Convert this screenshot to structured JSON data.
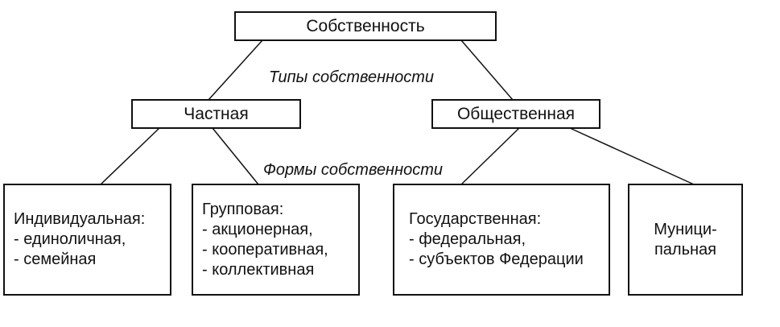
{
  "root": {
    "label": "Собственность"
  },
  "levels": {
    "types_label": "Типы собственности",
    "forms_label": "Формы собственности"
  },
  "types": {
    "private": {
      "label": "Частная"
    },
    "public": {
      "label": "Общественная"
    }
  },
  "forms": {
    "individual": {
      "title": "Индивидуальная:",
      "items": [
        "единоличная,",
        "семейная"
      ]
    },
    "group": {
      "title": "Групповая:",
      "items": [
        "акционерная,",
        "кооперативная,",
        "коллективная"
      ]
    },
    "state": {
      "title": "Государственная:",
      "items": [
        "федеральная,",
        "субъектов Федерации"
      ]
    },
    "municipal": {
      "lines": [
        "Муници-",
        "пальная"
      ]
    }
  },
  "colors": {
    "line": "#111111",
    "background": "#ffffff"
  }
}
